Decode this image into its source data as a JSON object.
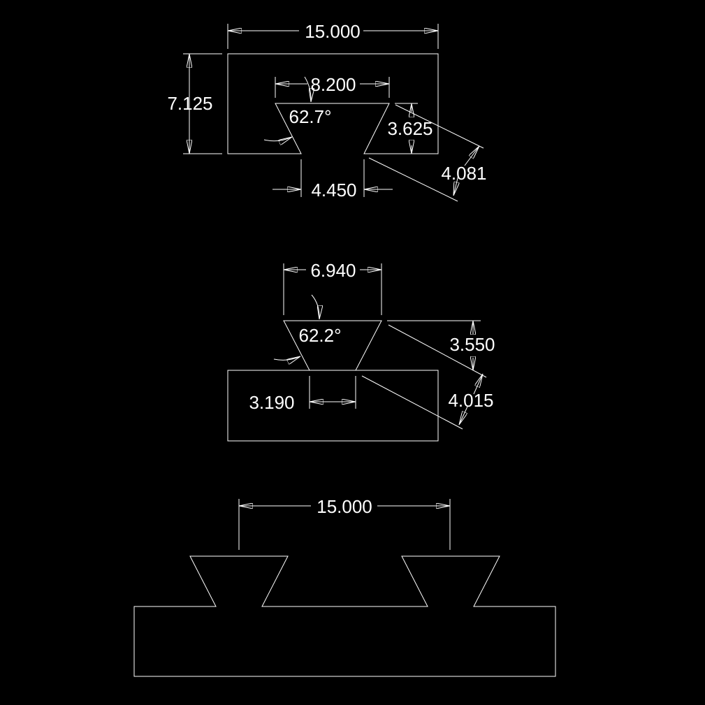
{
  "colors": {
    "background": "#000000",
    "line": "#ffffff"
  },
  "views": {
    "top": {
      "width_dim": "15.000",
      "height_dim": "7.125",
      "slot_top_width": "8.200",
      "slot_angle": "62.7°",
      "slot_depth": "3.625",
      "slot_bottom_width": "4.450",
      "slot_slant": "4.081"
    },
    "middle": {
      "dovetail_top_width": "6.940",
      "dovetail_angle": "62.2°",
      "dovetail_height": "3.550",
      "dovetail_bottom_width": "3.190",
      "dovetail_slant": "4.015"
    },
    "bottom": {
      "spacing_dim": "15.000"
    }
  }
}
